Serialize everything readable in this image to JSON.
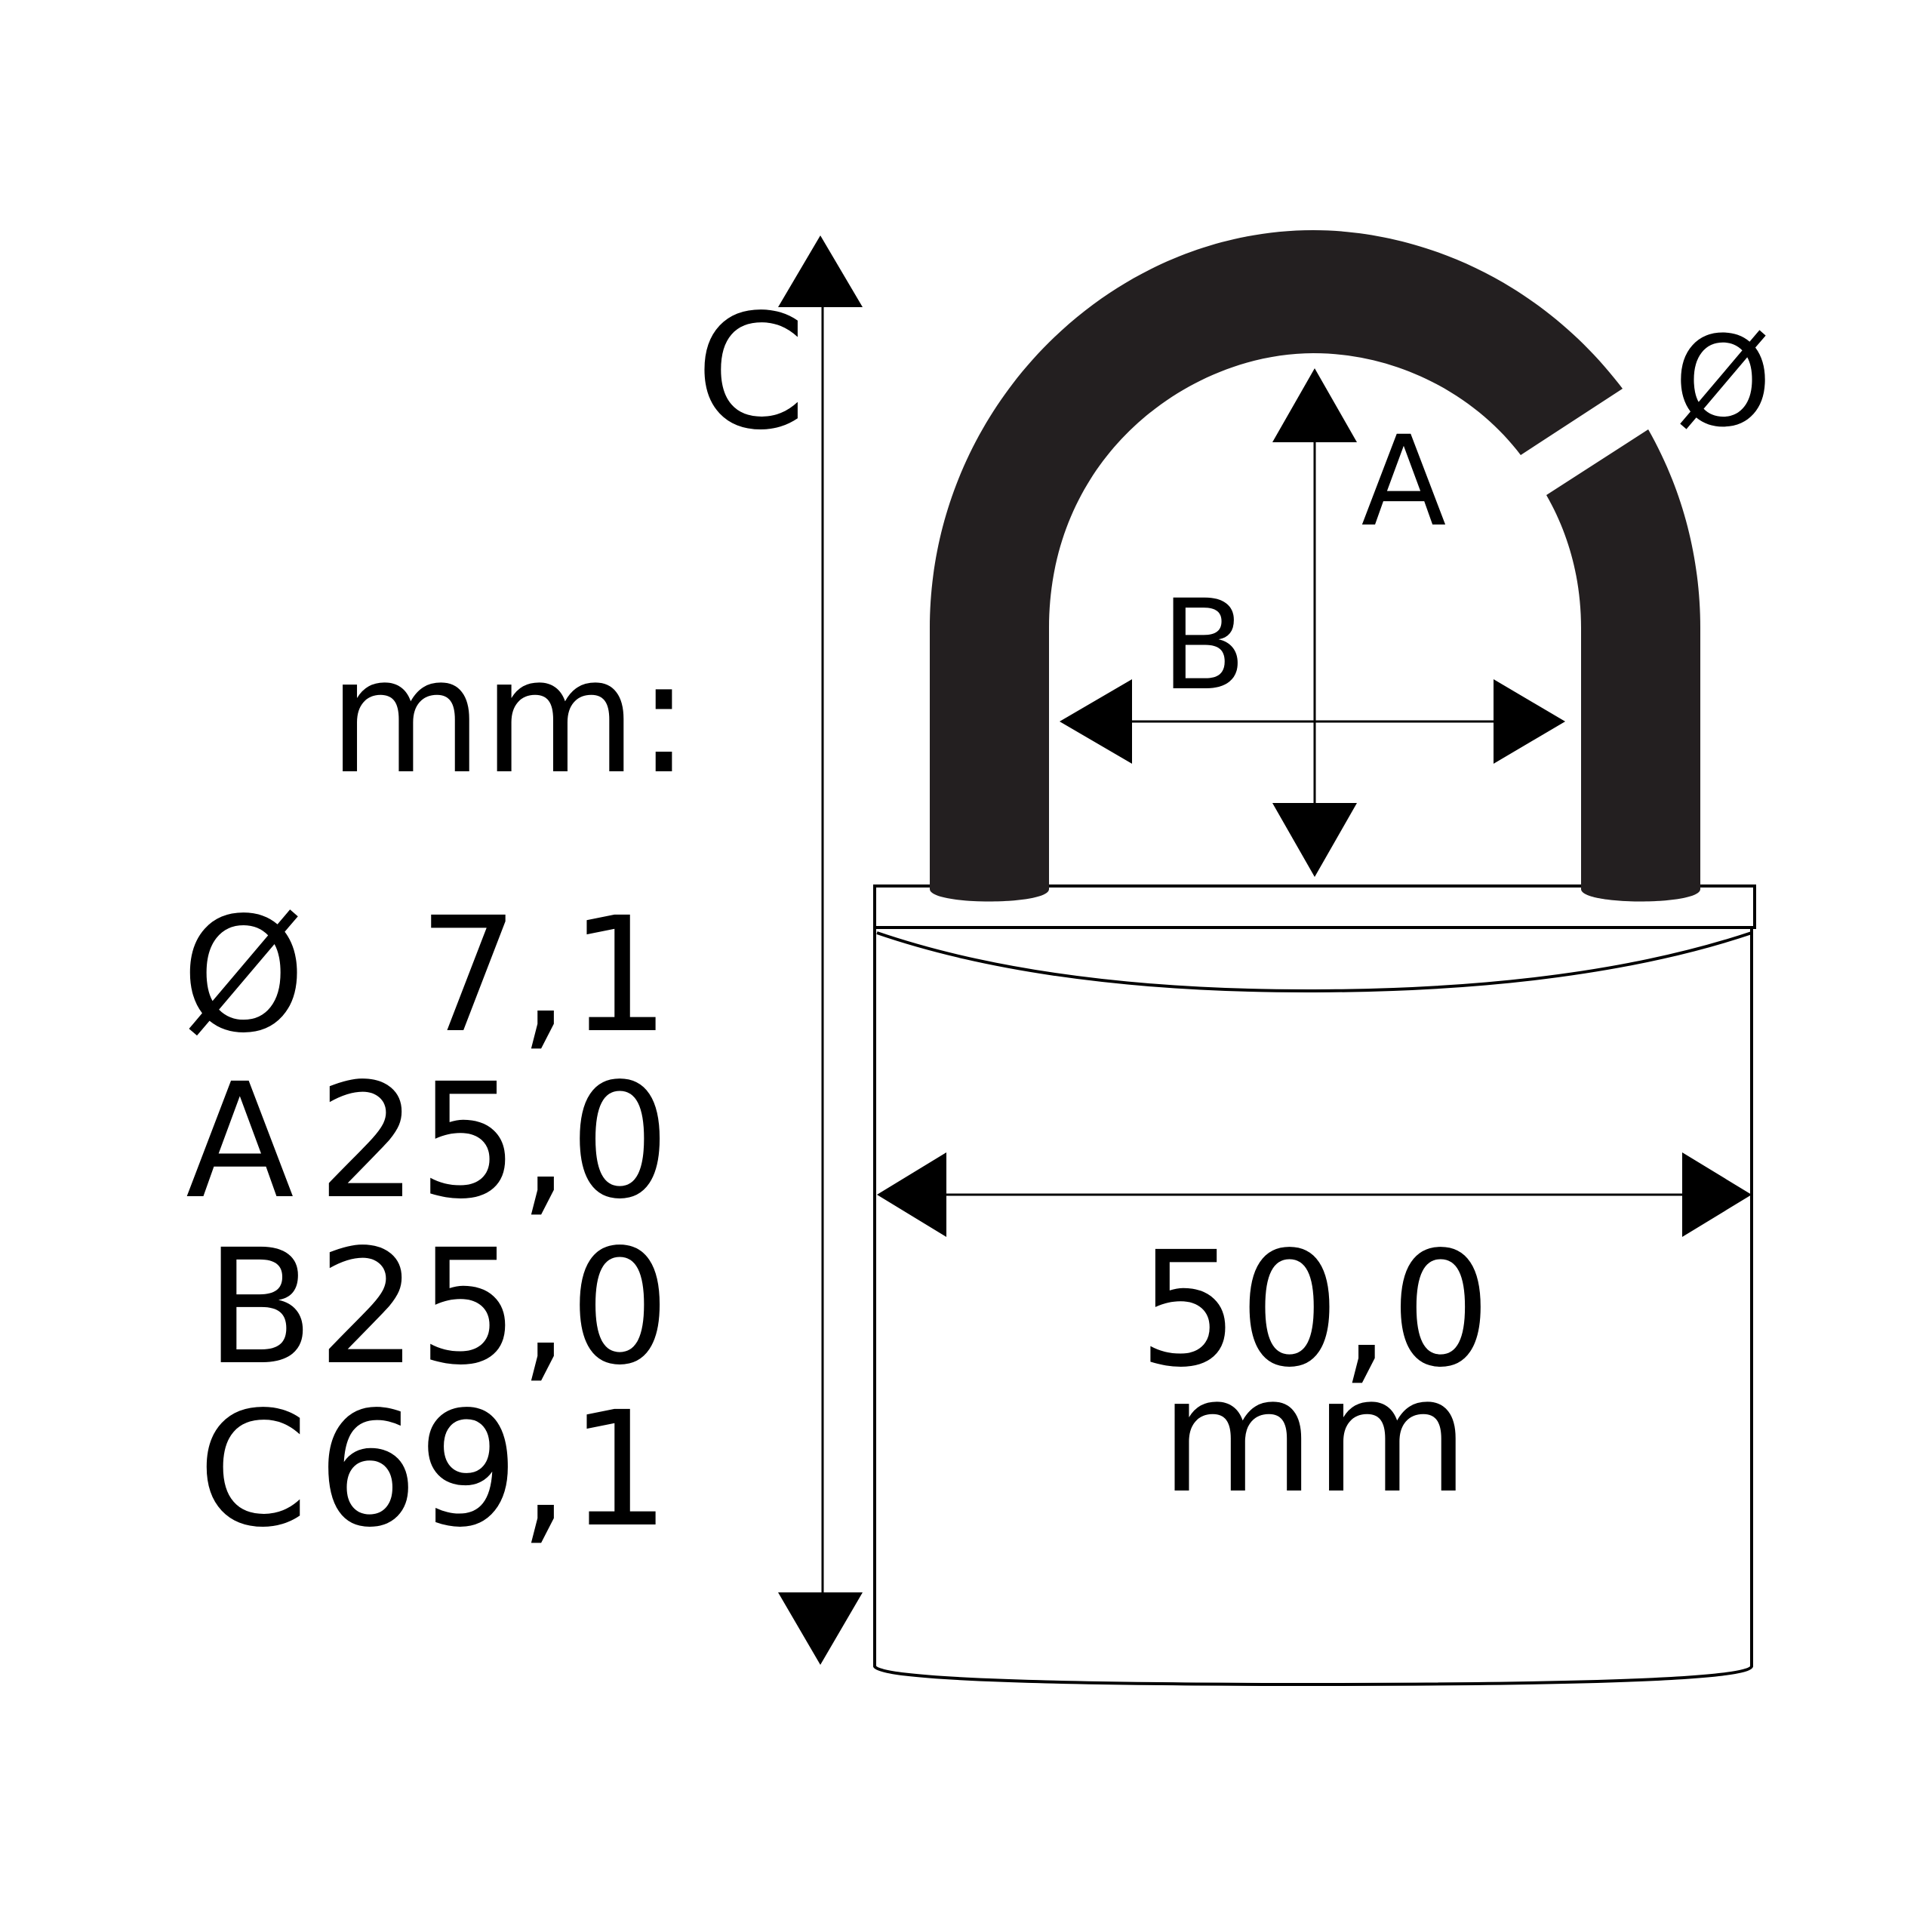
{
  "units_heading": "mm:",
  "specs": [
    {
      "symbol": "Ø",
      "value": "7,1"
    },
    {
      "symbol": "A",
      "value": "25,0"
    },
    {
      "symbol": "B",
      "value": "25,0"
    },
    {
      "symbol": "C",
      "value": "69,1"
    }
  ],
  "diagram": {
    "label_c": "C",
    "label_a": "A",
    "label_b": "B",
    "label_diameter": "Ø",
    "body_width_value": "50,0",
    "body_width_unit": "mm"
  },
  "colors": {
    "ink": "#000000",
    "shackle": "#231f20",
    "background": "#ffffff"
  }
}
